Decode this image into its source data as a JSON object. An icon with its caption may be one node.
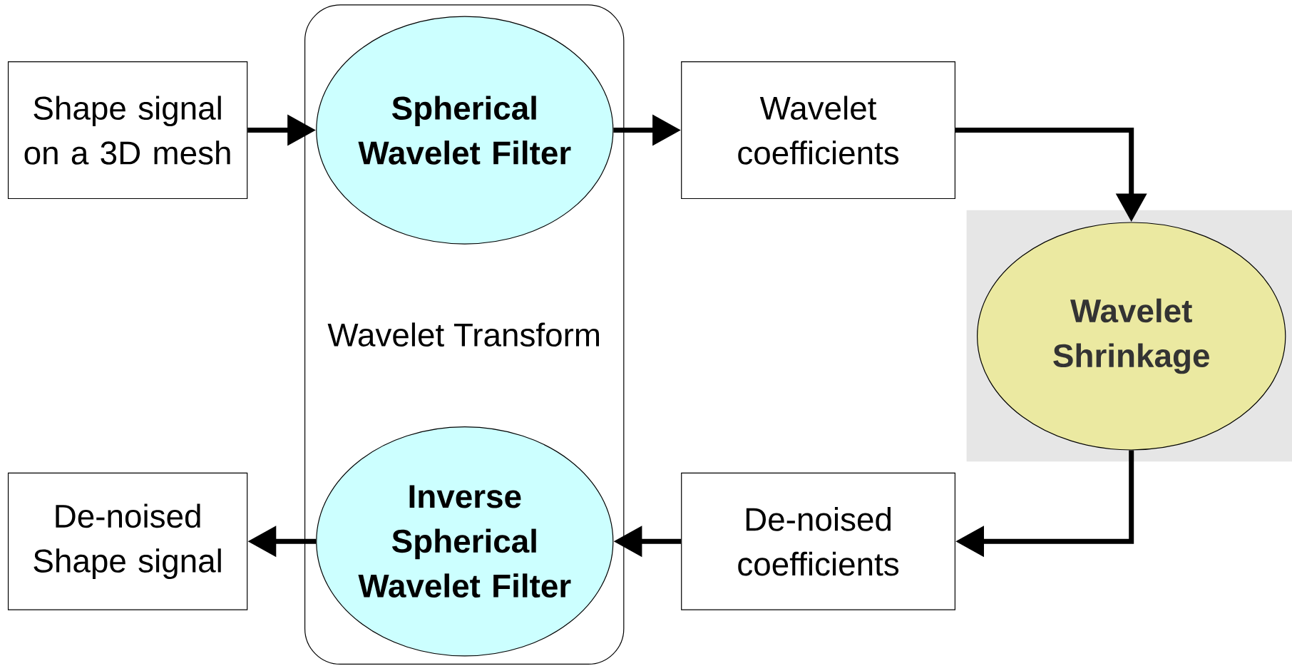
{
  "diagram": {
    "nodes": [
      {
        "text": [
          "Shape signal on a 3D mesh"
        ]
      },
      {
        "text": [
          "Wavelet Transform"
        ]
      },
      {
        "text": [
          "Spherical Wavelet Filter"
        ],
        "in": 1
      },
      {
        "text": [
          "Wavelet coefficients"
        ]
      },
      {
        "text": [],
        "shape": "box"
      },
      {
        "text": [
          "Wavelet Shrinkage"
        ],
        "in": 4
      },
      {
        "text": [
          "De-noised Shape signal"
        ]
      },
      {
        "text": [
          "Inverse Spherical Wavelet Filter"
        ],
        "in": 1
      },
      {
        "text": [
          "De-noised coefficients"
        ]
      }
    ],
    "edges": [
      {
        "from": 0,
        "to": 2,
        "arrow": "to"
      },
      {
        "from": 2,
        "to": 3,
        "arrow": "to"
      },
      {
        "from": 3,
        "to": 5,
        "arrow": "to"
      },
      {
        "from": 5,
        "to": 8,
        "arrow": "to"
      },
      {
        "from": 8,
        "to": 7,
        "arrow": "to"
      },
      {
        "from": 7,
        "to": 6,
        "arrow": "to"
      }
    ]
  }
}
